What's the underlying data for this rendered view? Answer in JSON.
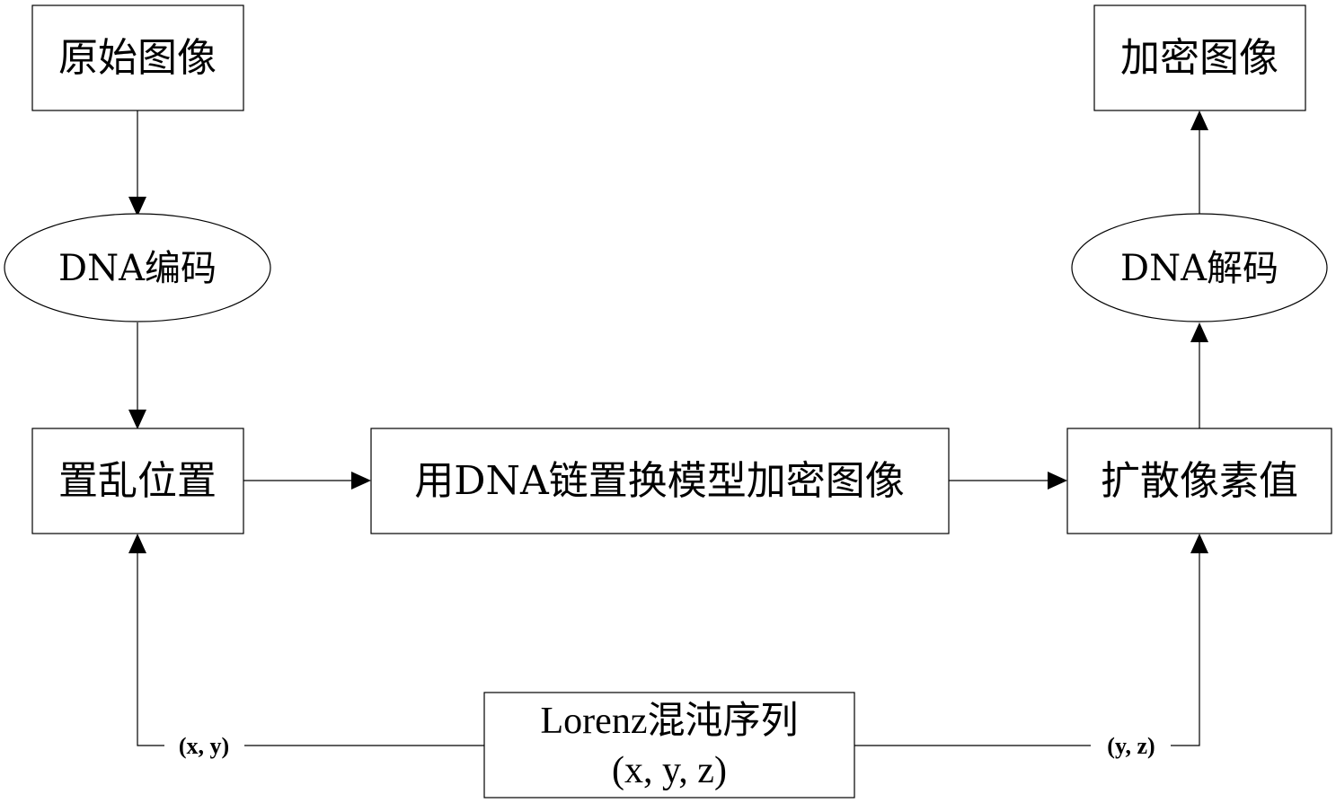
{
  "nodes": {
    "original_image": {
      "label": "原始图像",
      "shape": "rect"
    },
    "dna_encode": {
      "label": "DNA编码",
      "shape": "ellipse"
    },
    "scramble_position": {
      "label": "置乱位置",
      "shape": "rect"
    },
    "dna_chain_encrypt": {
      "label": "用DNA链置换模型加密图像",
      "shape": "rect"
    },
    "diffuse_pixels": {
      "label": "扩散像素值",
      "shape": "rect"
    },
    "dna_decode": {
      "label": "DNA解码",
      "shape": "ellipse"
    },
    "encrypted_image": {
      "label": "加密图像",
      "shape": "rect"
    },
    "lorenz_sequence": {
      "label_line1": "Lorenz混沌序列",
      "label_line2": "(x, y, z)",
      "shape": "rect"
    }
  },
  "edges": [
    {
      "from": "original_image",
      "to": "dna_encode",
      "label": ""
    },
    {
      "from": "dna_encode",
      "to": "scramble_position",
      "label": ""
    },
    {
      "from": "scramble_position",
      "to": "dna_chain_encrypt",
      "label": ""
    },
    {
      "from": "dna_chain_encrypt",
      "to": "diffuse_pixels",
      "label": ""
    },
    {
      "from": "diffuse_pixels",
      "to": "dna_decode",
      "label": ""
    },
    {
      "from": "dna_decode",
      "to": "encrypted_image",
      "label": ""
    },
    {
      "from": "lorenz_sequence",
      "to": "scramble_position",
      "label": "(x, y)"
    },
    {
      "from": "lorenz_sequence",
      "to": "diffuse_pixels",
      "label": "(y, z)"
    }
  ],
  "edge_labels": {
    "xy": "(x, y)",
    "yz": "(y, z)"
  }
}
